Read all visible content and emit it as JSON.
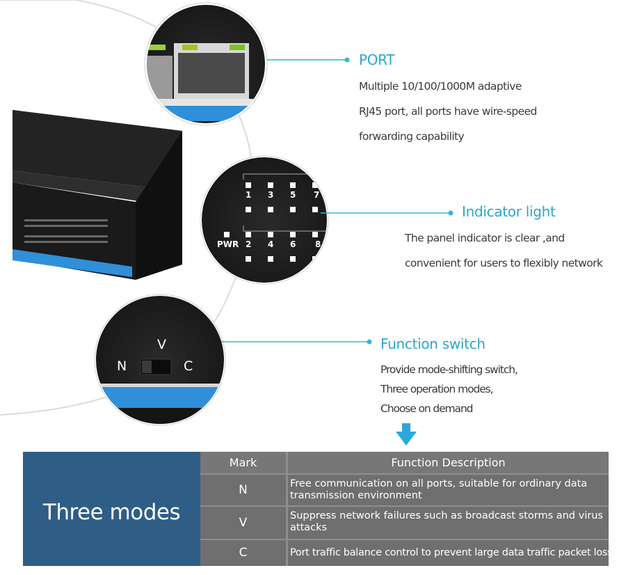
{
  "features": {
    "port": {
      "title": "PORT",
      "lines": [
        "Multiple 10/100/1000M adaptive",
        "RJ45 port, all ports have wire-speed",
        "forwarding capability"
      ]
    },
    "indicator": {
      "title": "Indicator light",
      "lines": [
        "The panel indicator is clear ,and",
        "convenient for users to flexibly network"
      ]
    },
    "switch": {
      "title": "Function switch",
      "lines": [
        "Provide mode-shifting switch,",
        "Three operation modes,",
        "Choose on demand"
      ]
    }
  },
  "magnifier_labels": {
    "indicator_numbers_top": [
      "1",
      "3",
      "5",
      "7"
    ],
    "indicator_numbers_bottom": [
      "2",
      "4",
      "6",
      "8"
    ],
    "pwr": "PWR",
    "switch_n": "N",
    "switch_v": "V",
    "switch_c": "C"
  },
  "table": {
    "title": "Three modes",
    "headers": {
      "mark": "Mark",
      "description": "Function Description"
    },
    "rows": [
      {
        "mark": "N",
        "description": "Free communication on all ports, suitable for ordinary data transmission environment"
      },
      {
        "mark": "V",
        "description": "Suppress network failures such as broadcast storms and virus attacks"
      },
      {
        "mark": "C",
        "description": "Port traffic balance control to prevent large data traffic packet loss"
      }
    ]
  },
  "colors": {
    "accent_cyan": "#2aa8cc",
    "device_blue": "#2f8fd8",
    "panel_blue": "#2e5e86",
    "table_gray": "#6f6f6f"
  }
}
